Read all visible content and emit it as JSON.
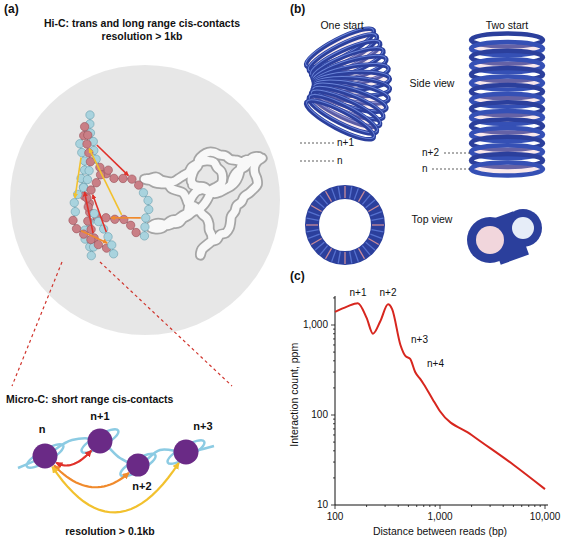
{
  "diagram": {
    "nodes": [
      {
        "text": [
          "n"
        ]
      },
      {
        "text": [
          "n+1"
        ]
      },
      {
        "text": [
          "n+2"
        ]
      },
      {
        "text": [
          "n+3"
        ]
      }
    ],
    "edges": [
      {
        "from": 0,
        "to": 1,
        "arrow": "both"
      },
      {
        "from": 0,
        "to": 2,
        "arrow": "both"
      },
      {
        "from": 0,
        "to": 3,
        "arrow": "both"
      }
    ],
    "labels": [
      "(a)",
      "Hi-C: trans and long range cis-contacts",
      "resolution > 1kb",
      "Micro-C: short range cis-contacts",
      "resolution > 0.1kb",
      "(b)",
      "One start",
      "Two start",
      "Side view",
      "Top view",
      "n+1",
      "n",
      "n+2",
      "n",
      "(c)",
      "n+1",
      "n+2",
      "n+3",
      "n+4",
      "1,000",
      "100",
      "10",
      "100",
      "1,000",
      "10,000",
      "Interaction count, ppm",
      "Distance between reads (bp)"
    ]
  }
}
